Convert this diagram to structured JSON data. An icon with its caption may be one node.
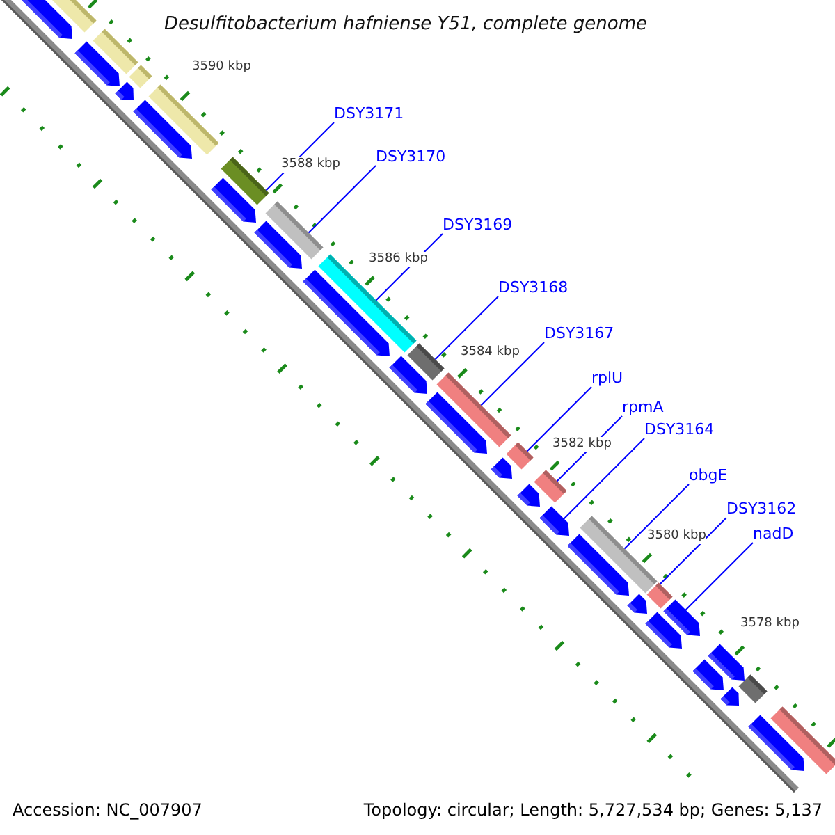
{
  "diagram": {
    "title": "Desulfitobacterium hafniense Y51, complete genome",
    "nodes": [
      {
        "text": [
          "DSY3171"
        ]
      },
      {
        "text": [
          "DSY3170"
        ]
      },
      {
        "text": [
          "DSY3169"
        ]
      },
      {
        "text": [
          "DSY3168"
        ]
      },
      {
        "text": [
          "DSY3167"
        ]
      },
      {
        "text": [
          "rplU"
        ]
      },
      {
        "text": [
          "rpmA"
        ]
      },
      {
        "text": [
          "DSY3164"
        ]
      },
      {
        "text": [
          "obgE"
        ]
      },
      {
        "text": [
          "DSY3162"
        ]
      },
      {
        "text": [
          "nadD"
        ]
      },
      {
        "text": [],
        "shape": "pentagon"
      },
      {
        "text": [],
        "shape": "bar"
      },
      {
        "text": [],
        "shape": "pentagon"
      },
      {
        "text": [],
        "shape": "bar"
      },
      {
        "text": [],
        "shape": "bar"
      },
      {
        "text": [],
        "shape": "pentagon"
      },
      {
        "text": [],
        "shape": "bar"
      },
      {
        "text": [],
        "shape": "pentagon"
      },
      {
        "text": [],
        "shape": "bar"
      },
      {
        "text": [],
        "shape": "pentagon"
      },
      {
        "text": [],
        "shape": "bar"
      },
      {
        "text": [],
        "shape": "pentagon"
      },
      {
        "text": [],
        "shape": "bar"
      },
      {
        "text": [],
        "shape": "pentagon"
      },
      {
        "text": [],
        "shape": "pentagon"
      },
      {
        "text": [],
        "shape": "bar"
      },
      {
        "text": [],
        "shape": "bar"
      },
      {
        "text": [],
        "shape": "pentagon"
      },
      {
        "text": [],
        "shape": "bar"
      },
      {
        "text": [],
        "shape": "pentagon"
      },
      {
        "text": [],
        "shape": "pentagon"
      },
      {
        "text": [],
        "shape": "bar"
      },
      {
        "text": [],
        "shape": "pentagon"
      },
      {
        "text": [],
        "shape": "bar"
      },
      {
        "text": [],
        "shape": "pentagon"
      },
      {
        "text": [],
        "shape": "pentagon"
      },
      {
        "text": [],
        "shape": "bar"
      },
      {
        "text": [],
        "shape": "pentagon"
      },
      {
        "text": [],
        "shape": "pentagon"
      },
      {
        "text": [],
        "shape": "pentagon"
      },
      {
        "text": [],
        "shape": "pentagon"
      },
      {
        "text": [],
        "shape": "pentagon"
      },
      {
        "text": [],
        "shape": "bar"
      },
      {
        "text": [],
        "shape": "pentagon"
      },
      {
        "text": [],
        "shape": "bar"
      }
    ],
    "edges": [
      {
        "from": 0,
        "to": 19,
        "arrow": "none"
      },
      {
        "from": 1,
        "to": 21,
        "arrow": "none"
      },
      {
        "from": 2,
        "to": 23,
        "arrow": "none"
      },
      {
        "from": 3,
        "to": 26,
        "arrow": "none"
      },
      {
        "from": 4,
        "to": 27,
        "arrow": "none"
      },
      {
        "from": 5,
        "to": 29,
        "arrow": "none"
      },
      {
        "from": 6,
        "to": 32,
        "arrow": "none"
      },
      {
        "from": 7,
        "to": 33,
        "arrow": "none"
      },
      {
        "from": 8,
        "to": 34,
        "arrow": "none"
      },
      {
        "from": 9,
        "to": 37,
        "arrow": "none"
      },
      {
        "from": 10,
        "to": 39,
        "arrow": "none"
      }
    ],
    "labels": [
      "3590 kbp",
      "3588 kbp",
      "3586 kbp",
      "3584 kbp",
      "3582 kbp",
      "3580 kbp",
      "3578 kbp",
      "Accession: NC_007907",
      "Topology: circular; Length: 5,727,534 bp; Genes: 5,137"
    ]
  }
}
